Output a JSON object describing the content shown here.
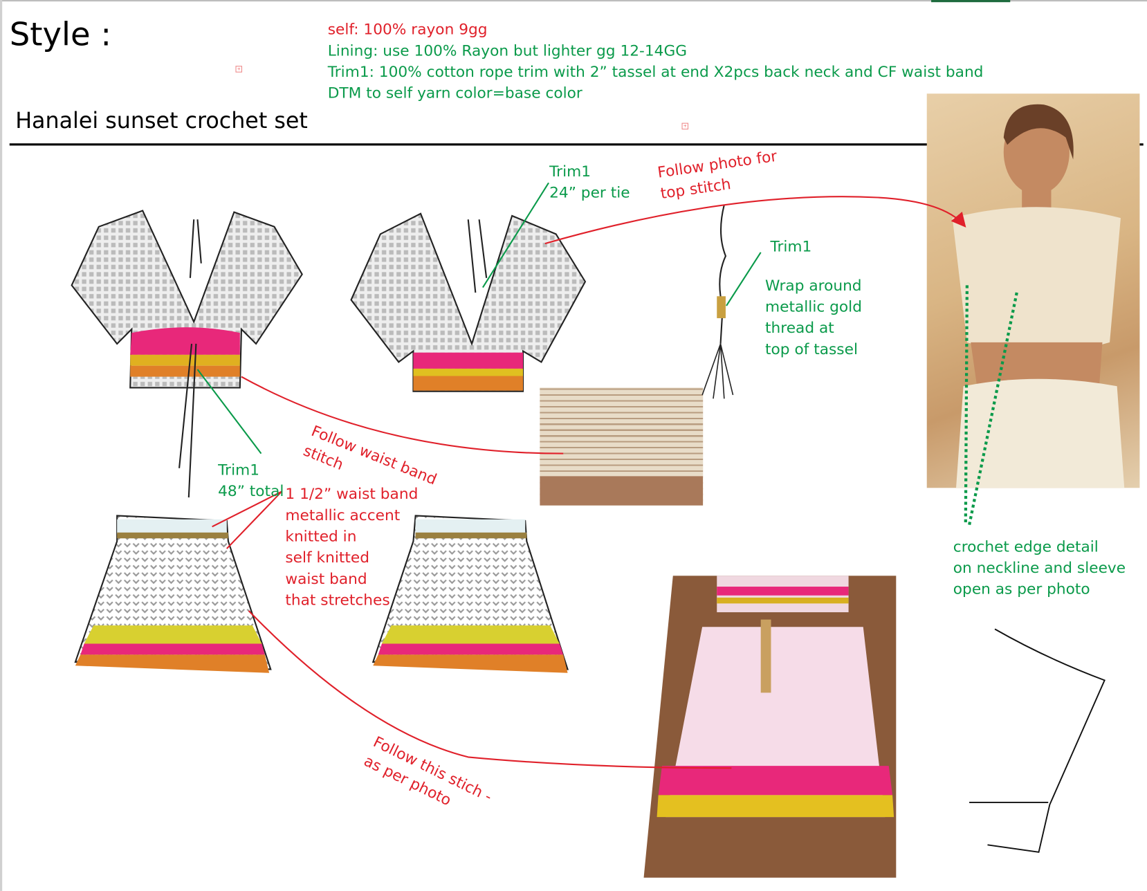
{
  "header": {
    "style_label": "Style :",
    "title": "Hanalei sunset crochet set"
  },
  "specs": [
    "self: 100% rayon 9gg",
    "Lining: use 100% Rayon but lighter gg 12-14GG",
    "Trim1: 100% cotton rope trim with 2” tassel at end X2pcs back neck and CF waist band",
    "DTM to self yarn color=base color"
  ],
  "annotations": {
    "trim_tie": [
      "Trim1",
      "24” per tie"
    ],
    "follow_photo_top": [
      "Follow photo for",
      "top stitch"
    ],
    "trim_tassel_label": "Trim1",
    "wrap_tassel": [
      "Wrap around",
      "metallic gold",
      "thread at",
      "top of tassel"
    ],
    "trim_total": [
      "Trim1",
      "48” total"
    ],
    "follow_waist": [
      "Follow waist band",
      "stitch"
    ],
    "waist_band": [
      "1 1/2” waist band",
      "metallic accent",
      "knitted in",
      "self knitted",
      "waist band",
      "that stretches"
    ],
    "crochet_edge": [
      "crochet edge detail",
      "on neckline and sleeve",
      "open as per photo"
    ],
    "follow_stitch": [
      "Follow this stich -",
      "as per photo"
    ]
  },
  "colors": {
    "red": "#e0202a",
    "green": "#0a9a4a",
    "pink": "#e8287a",
    "yellow": "#d8c020",
    "orange": "#e08028"
  }
}
